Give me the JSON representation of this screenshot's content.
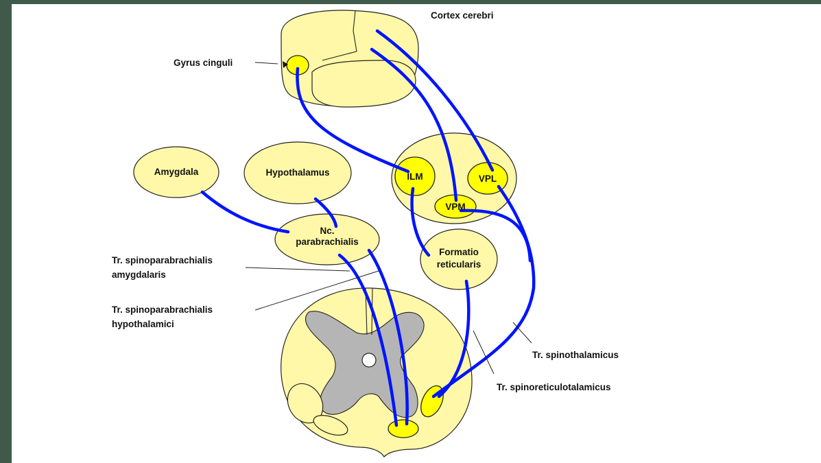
{
  "labels": {
    "cortex": "Cortex cerebri",
    "gyrus": "Gyrus cinguli",
    "amygdala": "Amygdala",
    "hypothalamus": "Hypothalamus",
    "ilm": "ILM",
    "vpl": "VPL",
    "vpm": "VPM",
    "parabrachialis_line1": "Nc.",
    "parabrachialis_line2": "parabrachialis",
    "formatio_line1": "Formatio",
    "formatio_line2": "reticularis",
    "tr_amyg_line1": "Tr. spinoparabrachialis",
    "tr_amyg_line2": "amygdalaris",
    "tr_hypo_line1": "Tr. spinoparabrachialis",
    "tr_hypo_line2": "hypothalamici",
    "tr_spinothal": "Tr. spinothalamicus",
    "tr_spinoret": "Tr. spinoreticulotalamicus"
  },
  "colors": {
    "background": "#3f5a4a",
    "region_fill": "#fff8a8",
    "nucleus_fill": "#ffff00",
    "tract": "#0014ff",
    "gray_matter": "#b5b5b5"
  }
}
